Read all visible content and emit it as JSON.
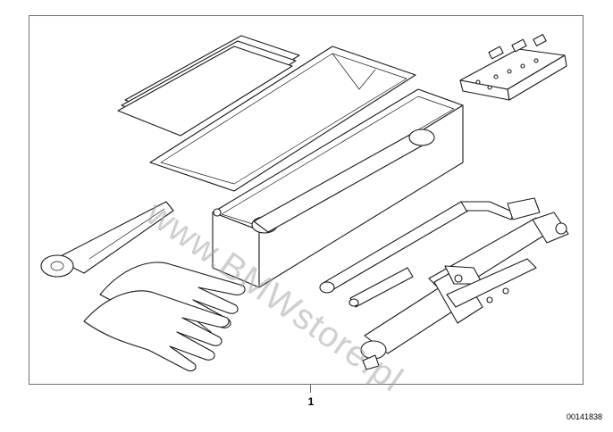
{
  "watermark": "www.BMWstore.pl",
  "callout": {
    "number": "1"
  },
  "image_code": "00141838"
}
